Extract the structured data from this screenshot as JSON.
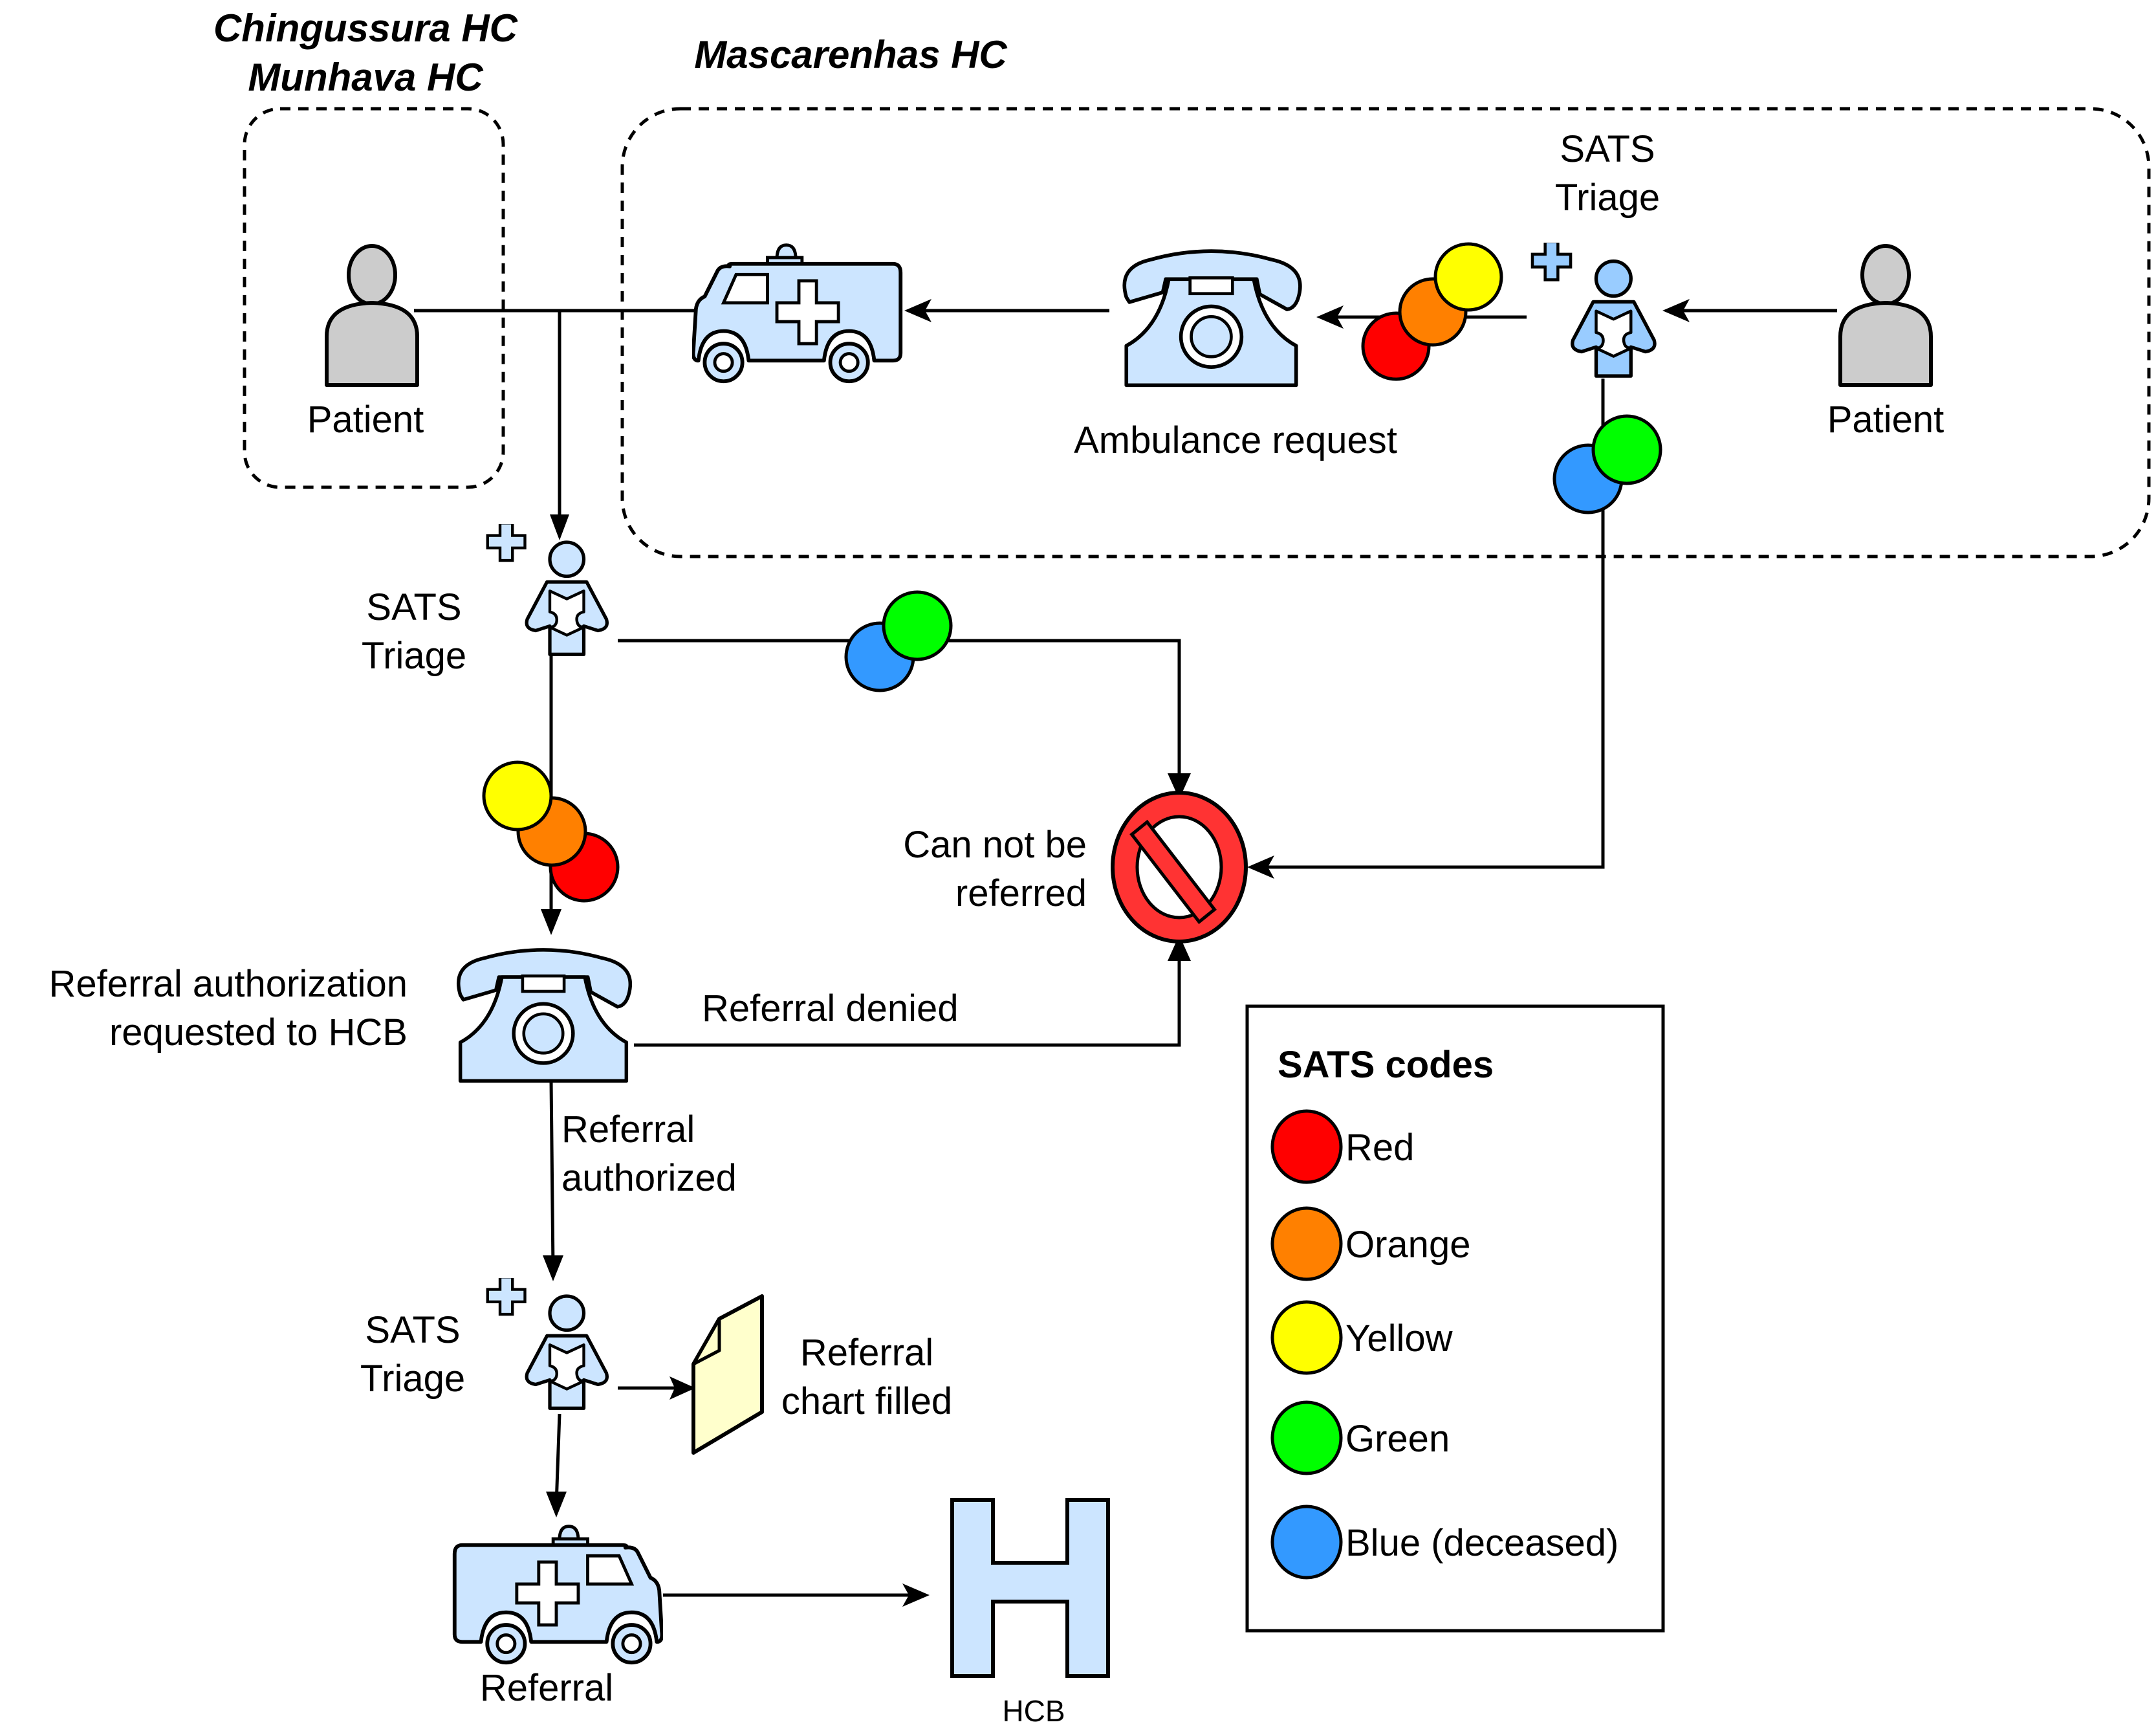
{
  "groups": {
    "left": {
      "title_line1": "Chingussura HC",
      "title_line2": "Munhava HC"
    },
    "right": {
      "title": "Mascarenhas HC"
    }
  },
  "nodes": {
    "patient_left": "Patient",
    "patient_right": "Patient",
    "triage_top_line1": "SATS",
    "triage_top_line2": "Triage",
    "ambulance_request": "Ambulance request",
    "triage_mid_line1": "SATS",
    "triage_mid_line2": "Triage",
    "cannot_line1": "Can not be",
    "cannot_line2": "referred",
    "auth_line1": "Referral authorization",
    "auth_line2": "requested to HCB",
    "triage_low_line1": "SATS",
    "triage_low_line2": "Triage",
    "chart_line1": "Referral",
    "chart_line2": "chart filled",
    "referral": "Referral",
    "hcb": "HCB"
  },
  "edges": {
    "denied": "Referral denied",
    "authorized_line1": "Referral",
    "authorized_line2": "authorized"
  },
  "colors": {
    "red": "#ff0000",
    "orange": "#ff8000",
    "yellow": "#ffff00",
    "green": "#00ff00",
    "blue": "#3399ff",
    "icon_fill": "#cce5ff",
    "nurse_fill": "#99ccff",
    "patient_fill": "#cccccc",
    "doc_fill": "#ffffcc",
    "prohibit": "#ff3333"
  },
  "legend": {
    "title": "SATS codes",
    "items": [
      {
        "label": "Red",
        "color": "#ff0000"
      },
      {
        "label": "Orange",
        "color": "#ff8000"
      },
      {
        "label": "Yellow",
        "color": "#ffff00"
      },
      {
        "label": "Green",
        "color": "#00ff00"
      },
      {
        "label": "Blue (deceased)",
        "color": "#3399ff"
      }
    ]
  }
}
